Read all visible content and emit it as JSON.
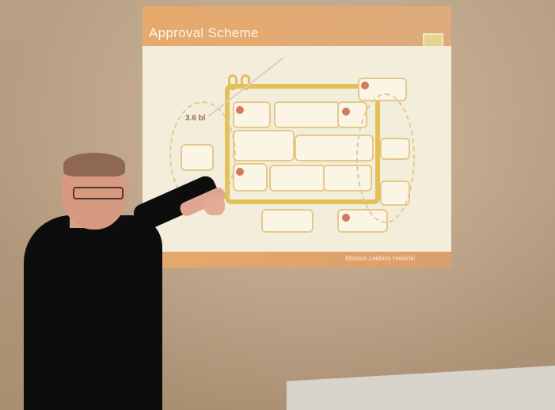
{
  "photo": {
    "subject": "presenter-pointing-at-projection",
    "slide": {
      "title": "Approval Scheme",
      "footer": "Mission Leidens Helsinki",
      "diagram": {
        "big_label": "3.6 bl"
      }
    }
  }
}
